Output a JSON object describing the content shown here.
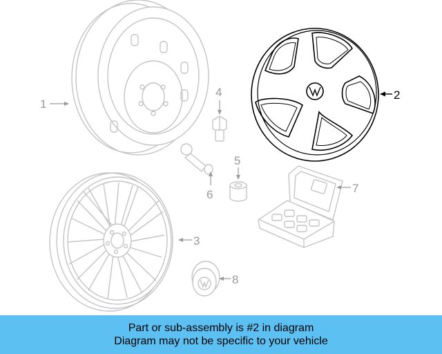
{
  "diagram": {
    "callouts": [
      {
        "number": "1",
        "highlighted": false
      },
      {
        "number": "2",
        "highlighted": true
      },
      {
        "number": "3",
        "highlighted": false
      },
      {
        "number": "4",
        "highlighted": false
      },
      {
        "number": "5",
        "highlighted": false
      },
      {
        "number": "6",
        "highlighted": false
      },
      {
        "number": "7",
        "highlighted": false
      },
      {
        "number": "8",
        "highlighted": false
      }
    ]
  },
  "info_bar": {
    "line1": "Part or sub-assembly is #2 in diagram",
    "line2": "Diagram may not be specific to your vehicle",
    "background": "#5cc0f2"
  }
}
